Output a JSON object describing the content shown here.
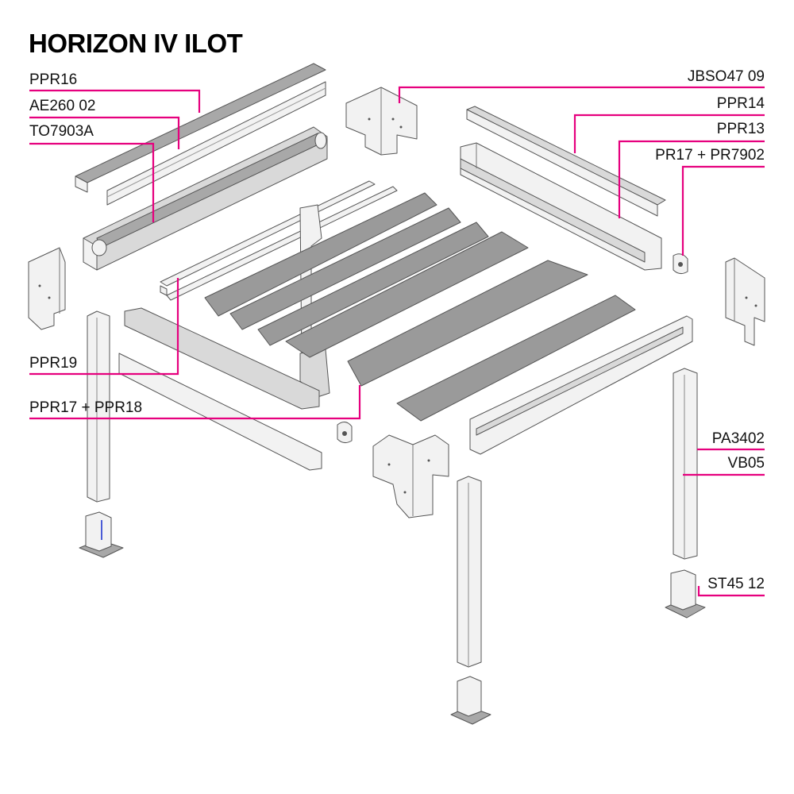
{
  "title": "HORIZON IV ILOT",
  "labels_left": [
    {
      "id": "ppr16",
      "text": "PPR16"
    },
    {
      "id": "ae260",
      "text": "AE260 02"
    },
    {
      "id": "to7903a",
      "text": "TO7903A"
    },
    {
      "id": "ppr19",
      "text": "PPR19"
    },
    {
      "id": "ppr17-ppr18",
      "text": "PPR17 + PPR18"
    }
  ],
  "labels_right": [
    {
      "id": "jbso47",
      "text": "JBSO47 09"
    },
    {
      "id": "ppr14",
      "text": "PPR14"
    },
    {
      "id": "ppr13",
      "text": "PPR13"
    },
    {
      "id": "pr17-pr7902",
      "text": "PR17 + PR7902"
    },
    {
      "id": "pa3402",
      "text": "PA3402"
    },
    {
      "id": "vb05",
      "text": "VB05"
    },
    {
      "id": "st4512",
      "text": "ST45 12"
    }
  ],
  "colors": {
    "leader": "#e6007e"
  }
}
